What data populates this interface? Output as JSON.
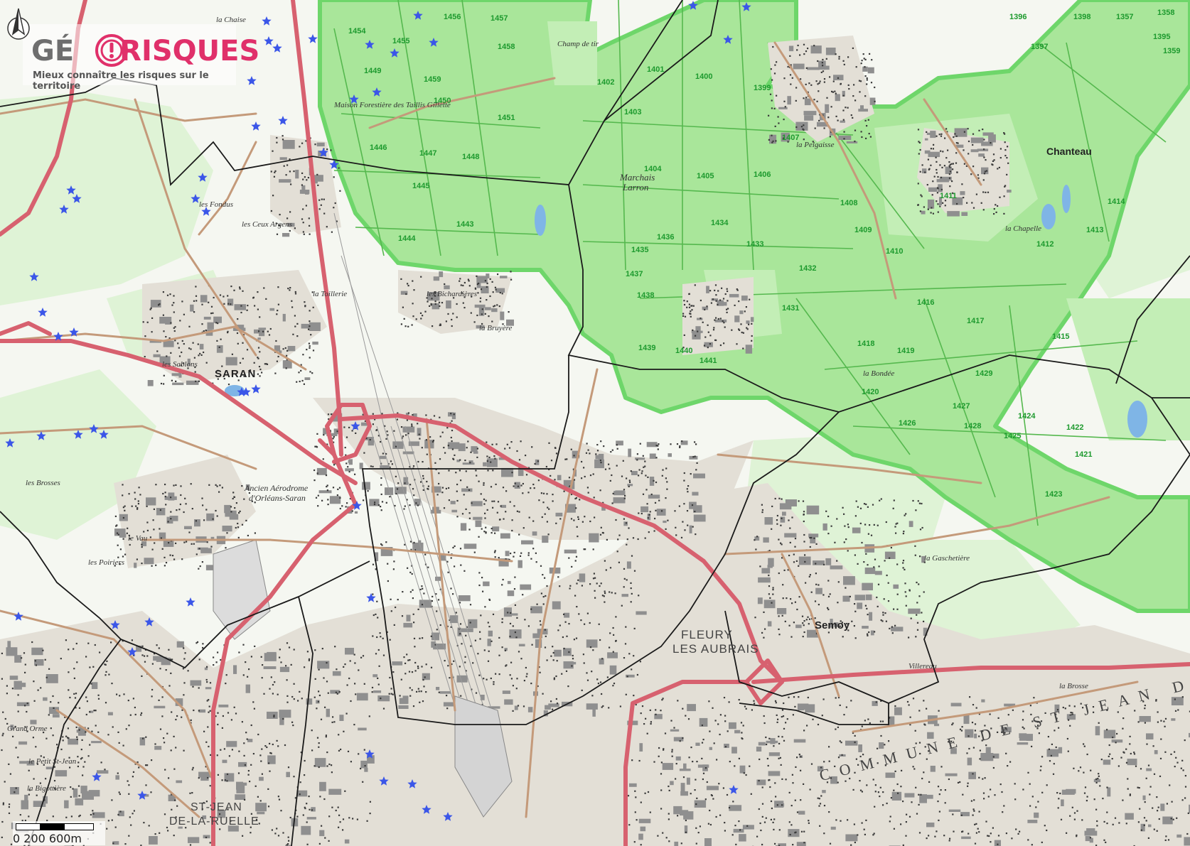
{
  "logo": {
    "brand_left": "GÉ",
    "brand_right": "RISQUES",
    "tagline": "Mieux connaître les risques sur le territoire",
    "colors": {
      "pink": "#e0306a",
      "grey": "#6e6e6e"
    }
  },
  "scale_bar": {
    "label": "0 200   600m"
  },
  "colors": {
    "forest": "#a9e69a",
    "forest_dark": "#6ed66a",
    "urban": "#e8e4dc",
    "main_road": "#d7616f",
    "secondary_road": "#c49a7a",
    "boundary": "#1a1a1a",
    "marker": "#3b56e8",
    "water": "#7fb5e6"
  },
  "icons": {
    "north_arrow": "north-arrow-icon",
    "marker": "star-icon"
  },
  "places": {
    "saran": "SARAN",
    "chanteau": "Chanteau",
    "semoy": "Semoy",
    "fleury_1": "FLEURY",
    "fleury_2": "LES AUBRAIS",
    "st_jean_1": "ST-JEAN",
    "st_jean_2": "DE-LA-RUELLE",
    "commune_st_jean": "COMMUNE DE ST-JEAN DE BRAYE",
    "marchais": "Marchais",
    "larron": "Larron",
    "champ_de_tir": "Champ de tir",
    "aerodrome_1": "Ancien Aérodrome",
    "aerodrome_2": "d'Orléans-Saran",
    "la_chaise": "la Chaise",
    "les_brosses": "les Brosses",
    "la_toillerie": "la Toillerie",
    "les_sablons": "les Sablons",
    "la_chapelle": "la Chapelle",
    "maison_forestiere": "Maison Forestière des Taillis Gillette",
    "la_pelgaisse": "la Pelgaisse",
    "la_bondee": "la Bondée",
    "la_bruyere": "la Bruyère",
    "les_bichardieres": "les Bichardières",
    "grand_orme": "Grand Orme",
    "le_petit_st_jean": "le Petit St-Jean",
    "la_brosse": "la Brosse",
    "les_fondus": "les Fondus",
    "les_ceux_argens": "les Ceux Argens",
    "villereau": "Villereau",
    "le_vau": "le Vau",
    "les_poiriers": "les Poiriers",
    "la_gaschetiere": "la Gaschetière",
    "la_bigottiere": "la Bigottière"
  },
  "parcels": [
    "1454",
    "1455",
    "1456",
    "1457",
    "1458",
    "1459",
    "1446",
    "1447",
    "1448",
    "1449",
    "1450",
    "1451",
    "1443",
    "1444",
    "1445",
    "1402",
    "1401",
    "1400",
    "1399",
    "1403",
    "1404",
    "1405",
    "1406",
    "1407",
    "1408",
    "1409",
    "1410",
    "1411",
    "1412",
    "1413",
    "1414",
    "1431",
    "1432",
    "1433",
    "1434",
    "1435",
    "1436",
    "1437",
    "1438",
    "1439",
    "1440",
    "1441",
    "1421",
    "1422",
    "1423",
    "1424",
    "1425",
    "1426",
    "1427",
    "1428",
    "1429",
    "1418",
    "1419",
    "1420",
    "1415",
    "1416",
    "1417",
    "1396",
    "1397",
    "1398",
    "1395",
    "1357",
    "1358",
    "1359"
  ]
}
